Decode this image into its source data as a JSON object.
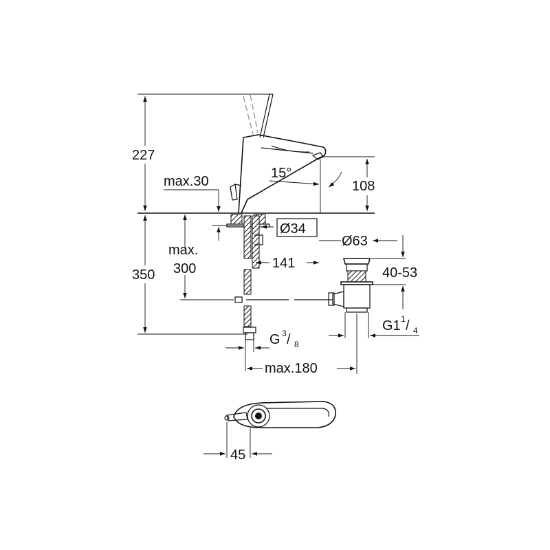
{
  "dimensions": {
    "h_spout": "227",
    "h_spout_outlet": "108",
    "angle": "15°",
    "max_deck": "max.30",
    "hole_dia": "Ø34",
    "max_300_a": "max.",
    "max_300_b": "300",
    "h_350": "350",
    "reach": "141",
    "waste_dia": "Ø63",
    "waste_range": "40-53",
    "waste_thread_a": "G1",
    "waste_thread_num": "1",
    "waste_thread_sep": "/",
    "waste_thread_den": "4",
    "supply_thread_a": "G",
    "supply_thread_num": "3",
    "supply_thread_sep": "/",
    "supply_thread_den": "8",
    "max_180": "max.180",
    "lever_offset": "45"
  }
}
